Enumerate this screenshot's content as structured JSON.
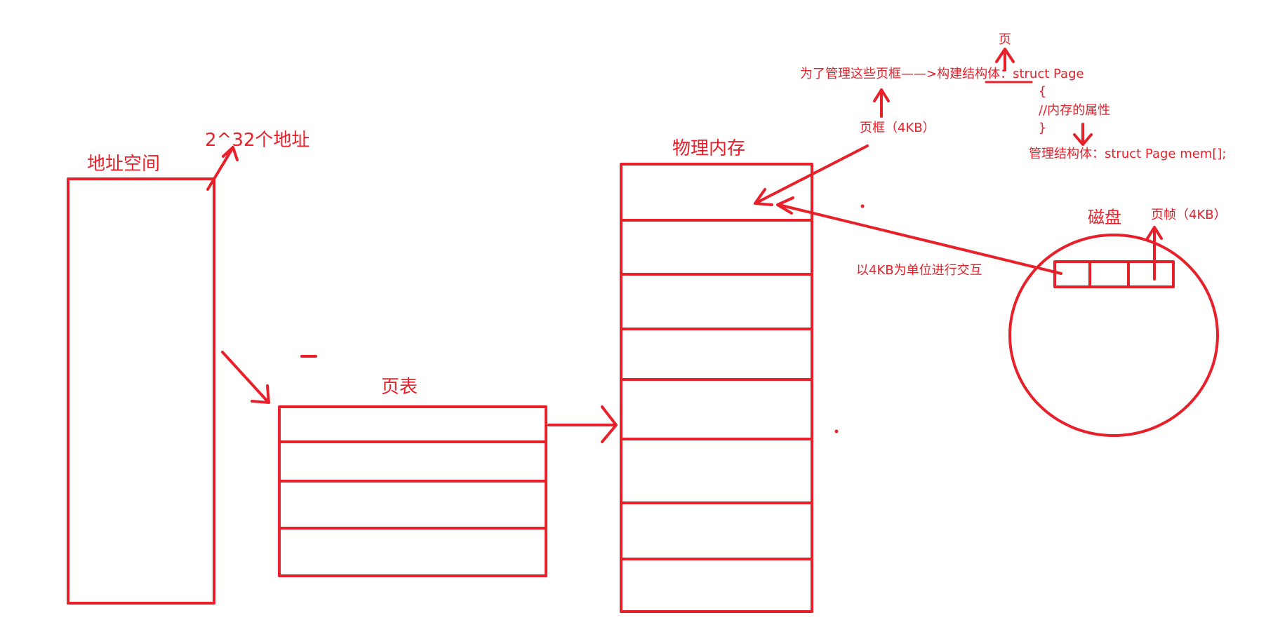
{
  "colors": {
    "ink": "#e8202a",
    "background": "#ffffff"
  },
  "labels": {
    "address_space": "地址空间",
    "address_count": "2^32个地址",
    "page_table": "页表",
    "physical_memory": "物理内存",
    "page_frame": "页框（4KB）",
    "manage_frames": "为了管理这些页框——>构建结构体：struct Page",
    "page_word": "页",
    "struct_open": "{",
    "struct_comment": "//内存的属性",
    "struct_close": "}",
    "manage_struct": "管理结构体：struct Page mem[];",
    "disk": "磁盘",
    "disk_frame": "页帧（4KB）",
    "transfer_unit": "以4KB为单位进行交互"
  },
  "structure": {
    "page_table_rows": 4,
    "physical_memory_rows": 8,
    "disk_blocks": 3
  }
}
